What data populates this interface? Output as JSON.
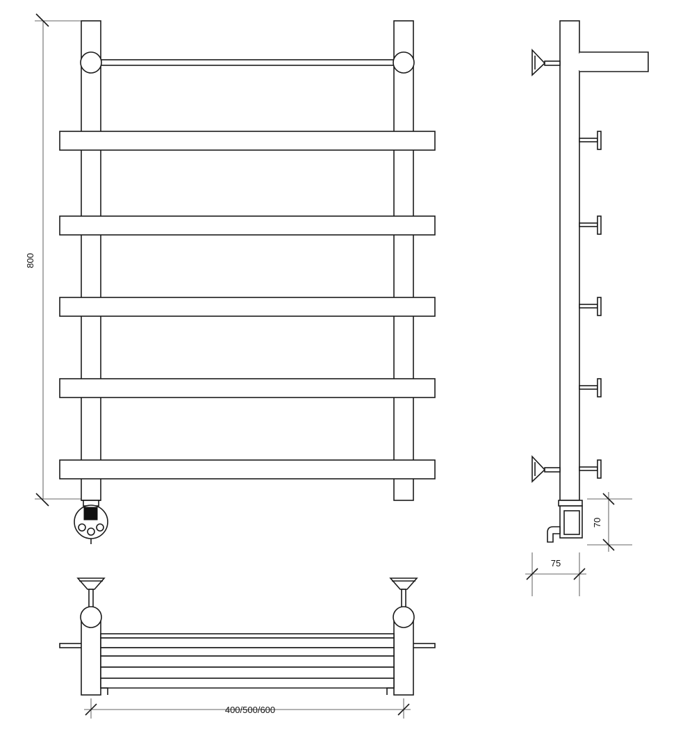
{
  "dimensions": {
    "height": "800",
    "width": "400/500/600",
    "connection_height": "70",
    "depth": "75"
  },
  "colors": {
    "line": "#1a1a1a",
    "background": "#ffffff",
    "control_display": "#111111"
  },
  "front_view": {
    "rung_count": 5,
    "top_bar": true,
    "controller_icon": "thermostat-controller-icon"
  }
}
